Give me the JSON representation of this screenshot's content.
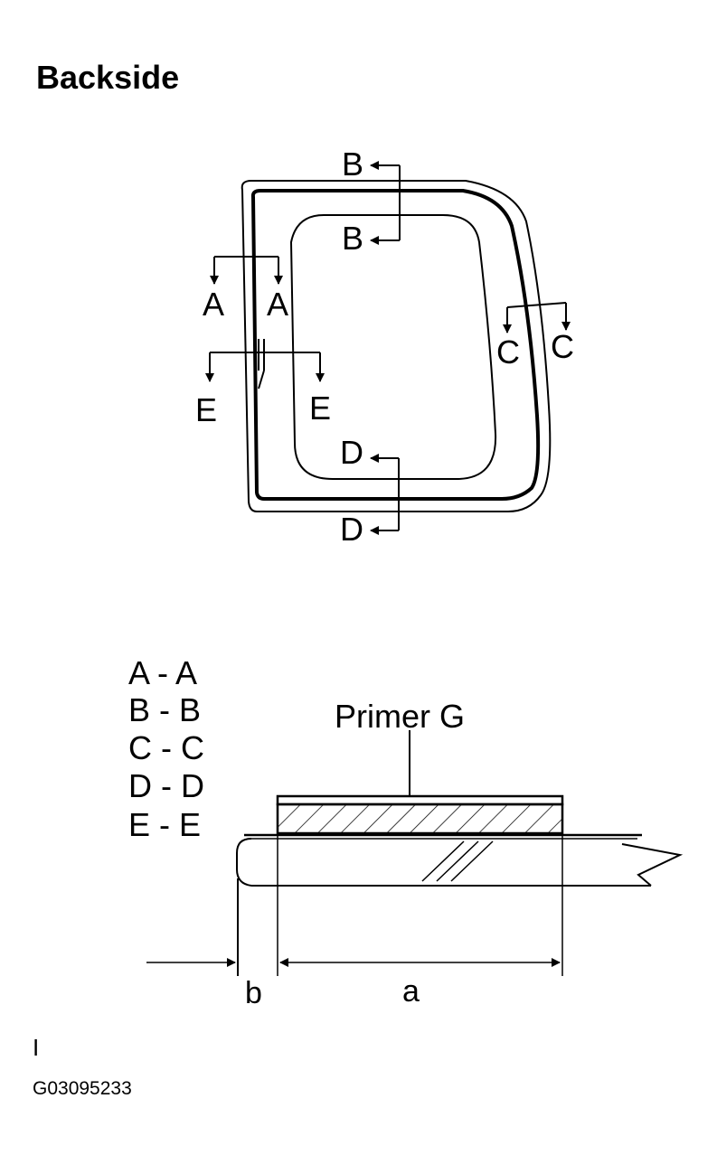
{
  "title": "Backside",
  "window_markers": {
    "b_top": "B",
    "b_inner": "B",
    "a_left": "A",
    "a_right": "A",
    "c_left": "C",
    "c_right": "C",
    "e_left": "E",
    "e_right": "E",
    "d_inner": "D",
    "d_bottom": "D"
  },
  "sections": [
    "A - A",
    "B - B",
    "C - C",
    "D - D",
    "E - E"
  ],
  "primer_label": "Primer G",
  "dimensions": {
    "a": "a",
    "b": "b"
  },
  "footer": {
    "mark": "I",
    "code": "G03095233"
  }
}
